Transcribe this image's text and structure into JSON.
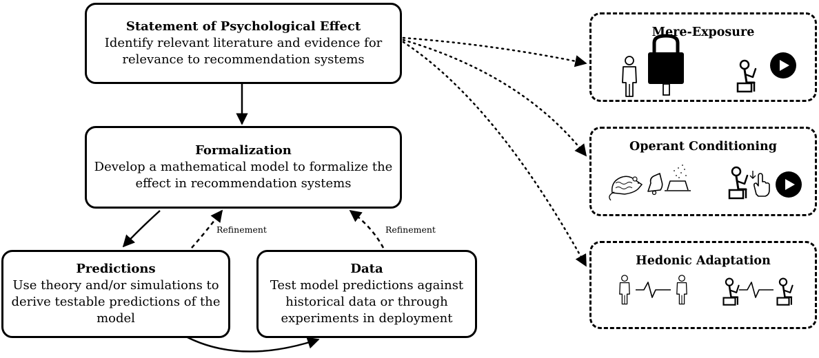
{
  "statement": {
    "title": "Statement of Psychological Effect",
    "desc_line1": "Identify relevant literature and evidence for",
    "desc_line2": "relevance to recommendation systems"
  },
  "formalization": {
    "title": "Formalization",
    "desc_line1": "Develop a mathematical model to formalize the",
    "desc_line2": "effect in recommendation systems"
  },
  "predictions": {
    "title": "Predictions",
    "desc_line1": "Use theory and/or simulations to",
    "desc_line2": "derive testable predictions of the",
    "desc_line3": "model"
  },
  "data_box": {
    "title": "Data",
    "desc_line1": "Test model predictions against",
    "desc_line2": "historical data or through",
    "desc_line3": "experiments in deployment"
  },
  "refinement_labels": [
    "Refinement",
    "Refinement"
  ],
  "panels": [
    {
      "title": "Mere-Exposure",
      "icons": [
        "person-icon",
        "product-bag-icon",
        "seated-user-icon",
        "play-button-icon"
      ]
    },
    {
      "title": "Operant Conditioning",
      "icons": [
        "rat-icon",
        "bell-icon",
        "food-bowl-icon",
        "seated-user-icon",
        "pointing-hand-icon",
        "play-button-icon"
      ]
    },
    {
      "title": "Hedonic Adaptation",
      "icons": [
        "person-icon",
        "signal-line-icon",
        "person-icon",
        "seated-user-icon",
        "signal-line-icon",
        "seated-user-icon"
      ]
    }
  ]
}
